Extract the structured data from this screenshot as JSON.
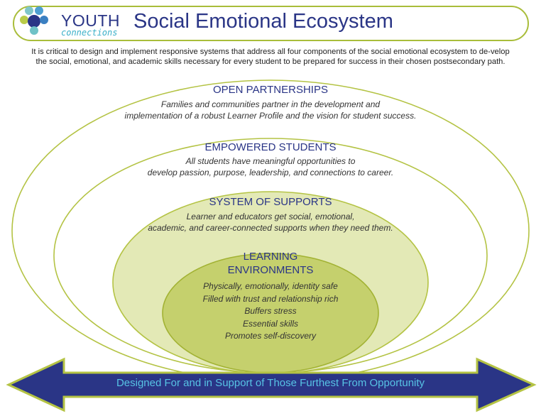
{
  "header": {
    "logo_word": "YOUTH",
    "logo_sub": "connections",
    "title": "Social Emotional Ecosystem"
  },
  "intro": {
    "line1": "It is critical to design and implement responsive systems that address all four components of the social emotional ecosystem to de-velop",
    "line2": "the social, emotional, and academic skills necessary for every student to be prepared for success in their chosen postsecondary path."
  },
  "levels": {
    "open_partnerships": {
      "title": "OPEN PARTNERSHIPS",
      "desc1": "Families and communities partner in the development and",
      "desc2": "implementation of a robust Learner Profile and the vision for student success."
    },
    "empowered_students": {
      "title": "EMPOWERED STUDENTS",
      "desc1": "All students have meaningful opportunities to",
      "desc2": "develop passion, purpose, leadership, and connections to career."
    },
    "system_of_supports": {
      "title": "SYSTEM OF SUPPORTS",
      "desc1": "Learner and educators get social, emotional,",
      "desc2": "academic, and career-connected supports when they need them."
    },
    "learning_environments": {
      "title1": "LEARNING",
      "title2": "ENVIRONMENTS",
      "items": [
        "Physically, emotionally, identity safe",
        "Filled with trust and relationship rich",
        "Buffers stress",
        "Essential skills",
        "Promotes self-discovery"
      ]
    }
  },
  "arrow": {
    "label": "Designed For and in Support of Those Furthest From Opportunity"
  },
  "colors": {
    "navy": "#2a3586",
    "olive": "#a9bd3a",
    "light_green": "#e2e8b4",
    "mid_green": "#c4cf6c",
    "arrow_cyan": "#57c3e4"
  }
}
